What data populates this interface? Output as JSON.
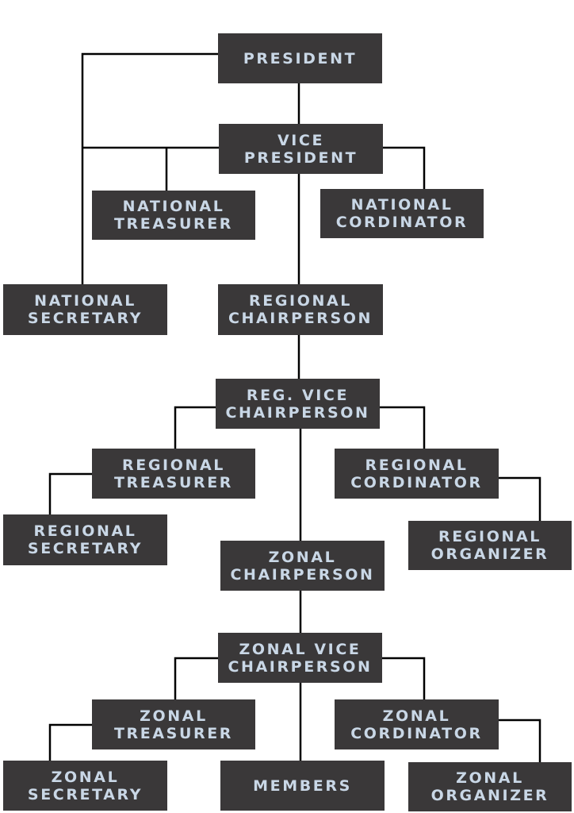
{
  "colors": {
    "box": "#3a3839",
    "text": "#c9d7e6",
    "line": "#000000"
  },
  "nodes": {
    "president": [
      "PRESIDENT"
    ],
    "vice_president": [
      "VICE",
      "PRESIDENT"
    ],
    "national_treasurer": [
      "NATIONAL",
      "TREASURER"
    ],
    "national_cordinator": [
      "NATIONAL",
      "CORDINATOR"
    ],
    "national_secretary": [
      "NATIONAL",
      "SECRETARY"
    ],
    "regional_chairperson": [
      "REGIONAL",
      "CHAIRPERSON"
    ],
    "reg_vice_chairperson": [
      "REG. VICE",
      "CHAIRPERSON"
    ],
    "regional_treasurer": [
      "REGIONAL",
      "TREASURER"
    ],
    "regional_cordinator": [
      "REGIONAL",
      "CORDINATOR"
    ],
    "regional_secretary": [
      "REGIONAL",
      "SECRETARY"
    ],
    "zonal_chairperson": [
      "ZONAL",
      "CHAIRPERSON"
    ],
    "regional_organizer": [
      "REGIONAL",
      "ORGANIZER"
    ],
    "zonal_vice_chairperson": [
      "ZONAL VICE",
      "CHAIRPERSON"
    ],
    "zonal_treasurer": [
      "ZONAL",
      "TREASURER"
    ],
    "zonal_cordinator": [
      "ZONAL",
      "CORDINATOR"
    ],
    "zonal_secretary": [
      "ZONAL",
      "SECRETARY"
    ],
    "members": [
      "MEMBERS"
    ],
    "zonal_organizer": [
      "ZONAL",
      "ORGANIZER"
    ]
  }
}
